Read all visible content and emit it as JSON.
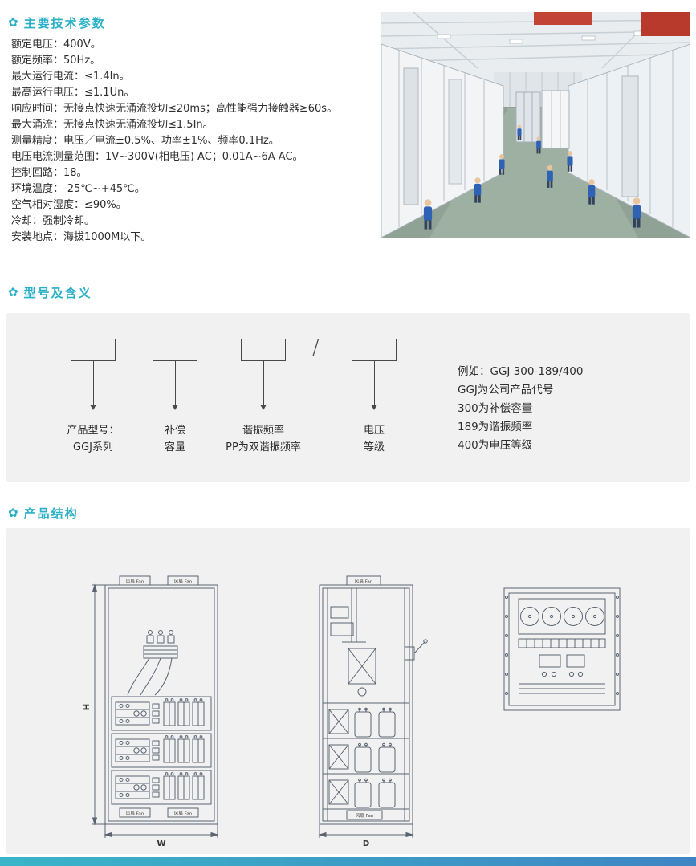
{
  "colors": {
    "accent": "#29b0c6",
    "panel_gray": "#f1f1f2",
    "footer_gradient_left": "#3ab5c8",
    "footer_gradient_right": "#3f85c4"
  },
  "tech_params": {
    "icon": "gear-flower-icon",
    "title": "主要技术参数",
    "items": [
      "额定电压：400V。",
      "额定频率：50Hz。",
      "最大运行电流：≤1.4In。",
      "最高运行电压：≤1.1Un。",
      "响应时间：无接点快速无涌流投切≤20ms；高性能强力接触器≥60s。",
      "最大涌流：无接点快速无涌流投切≤1.5In。",
      "测量精度：电压／电流±0.5%、功率±1%、频率0.1Hz。",
      "电压电流测量范围：1V~300V(相电压) AC；0.01A~6A AC。",
      "控制回路：18。",
      "环境温度：-25℃~+45℃。",
      "空气相对湿度：≤90%。",
      "冷却：强制冷却。",
      "安装地点：海拔1000M以下。"
    ]
  },
  "model_meaning": {
    "title": "型号及含义",
    "slash": "/",
    "labels": [
      {
        "line1": "产品型号：",
        "line2": "GGJ系列"
      },
      {
        "line1": "补偿",
        "line2": "容量"
      },
      {
        "line1": "谐振频率",
        "line2": "PP为双谐振频率"
      },
      {
        "line1": "电压",
        "line2": "等级"
      }
    ],
    "example": [
      "例如：GGJ 300-189/400",
      "GGJ为公司产品代号",
      "300为补偿容量",
      "189为谐振频率",
      "400为电压等级"
    ]
  },
  "product_structure": {
    "title": "产品结构",
    "fan_label": "风扇 Fan",
    "dim_h": "H",
    "dim_w": "W",
    "dim_d": "D"
  }
}
